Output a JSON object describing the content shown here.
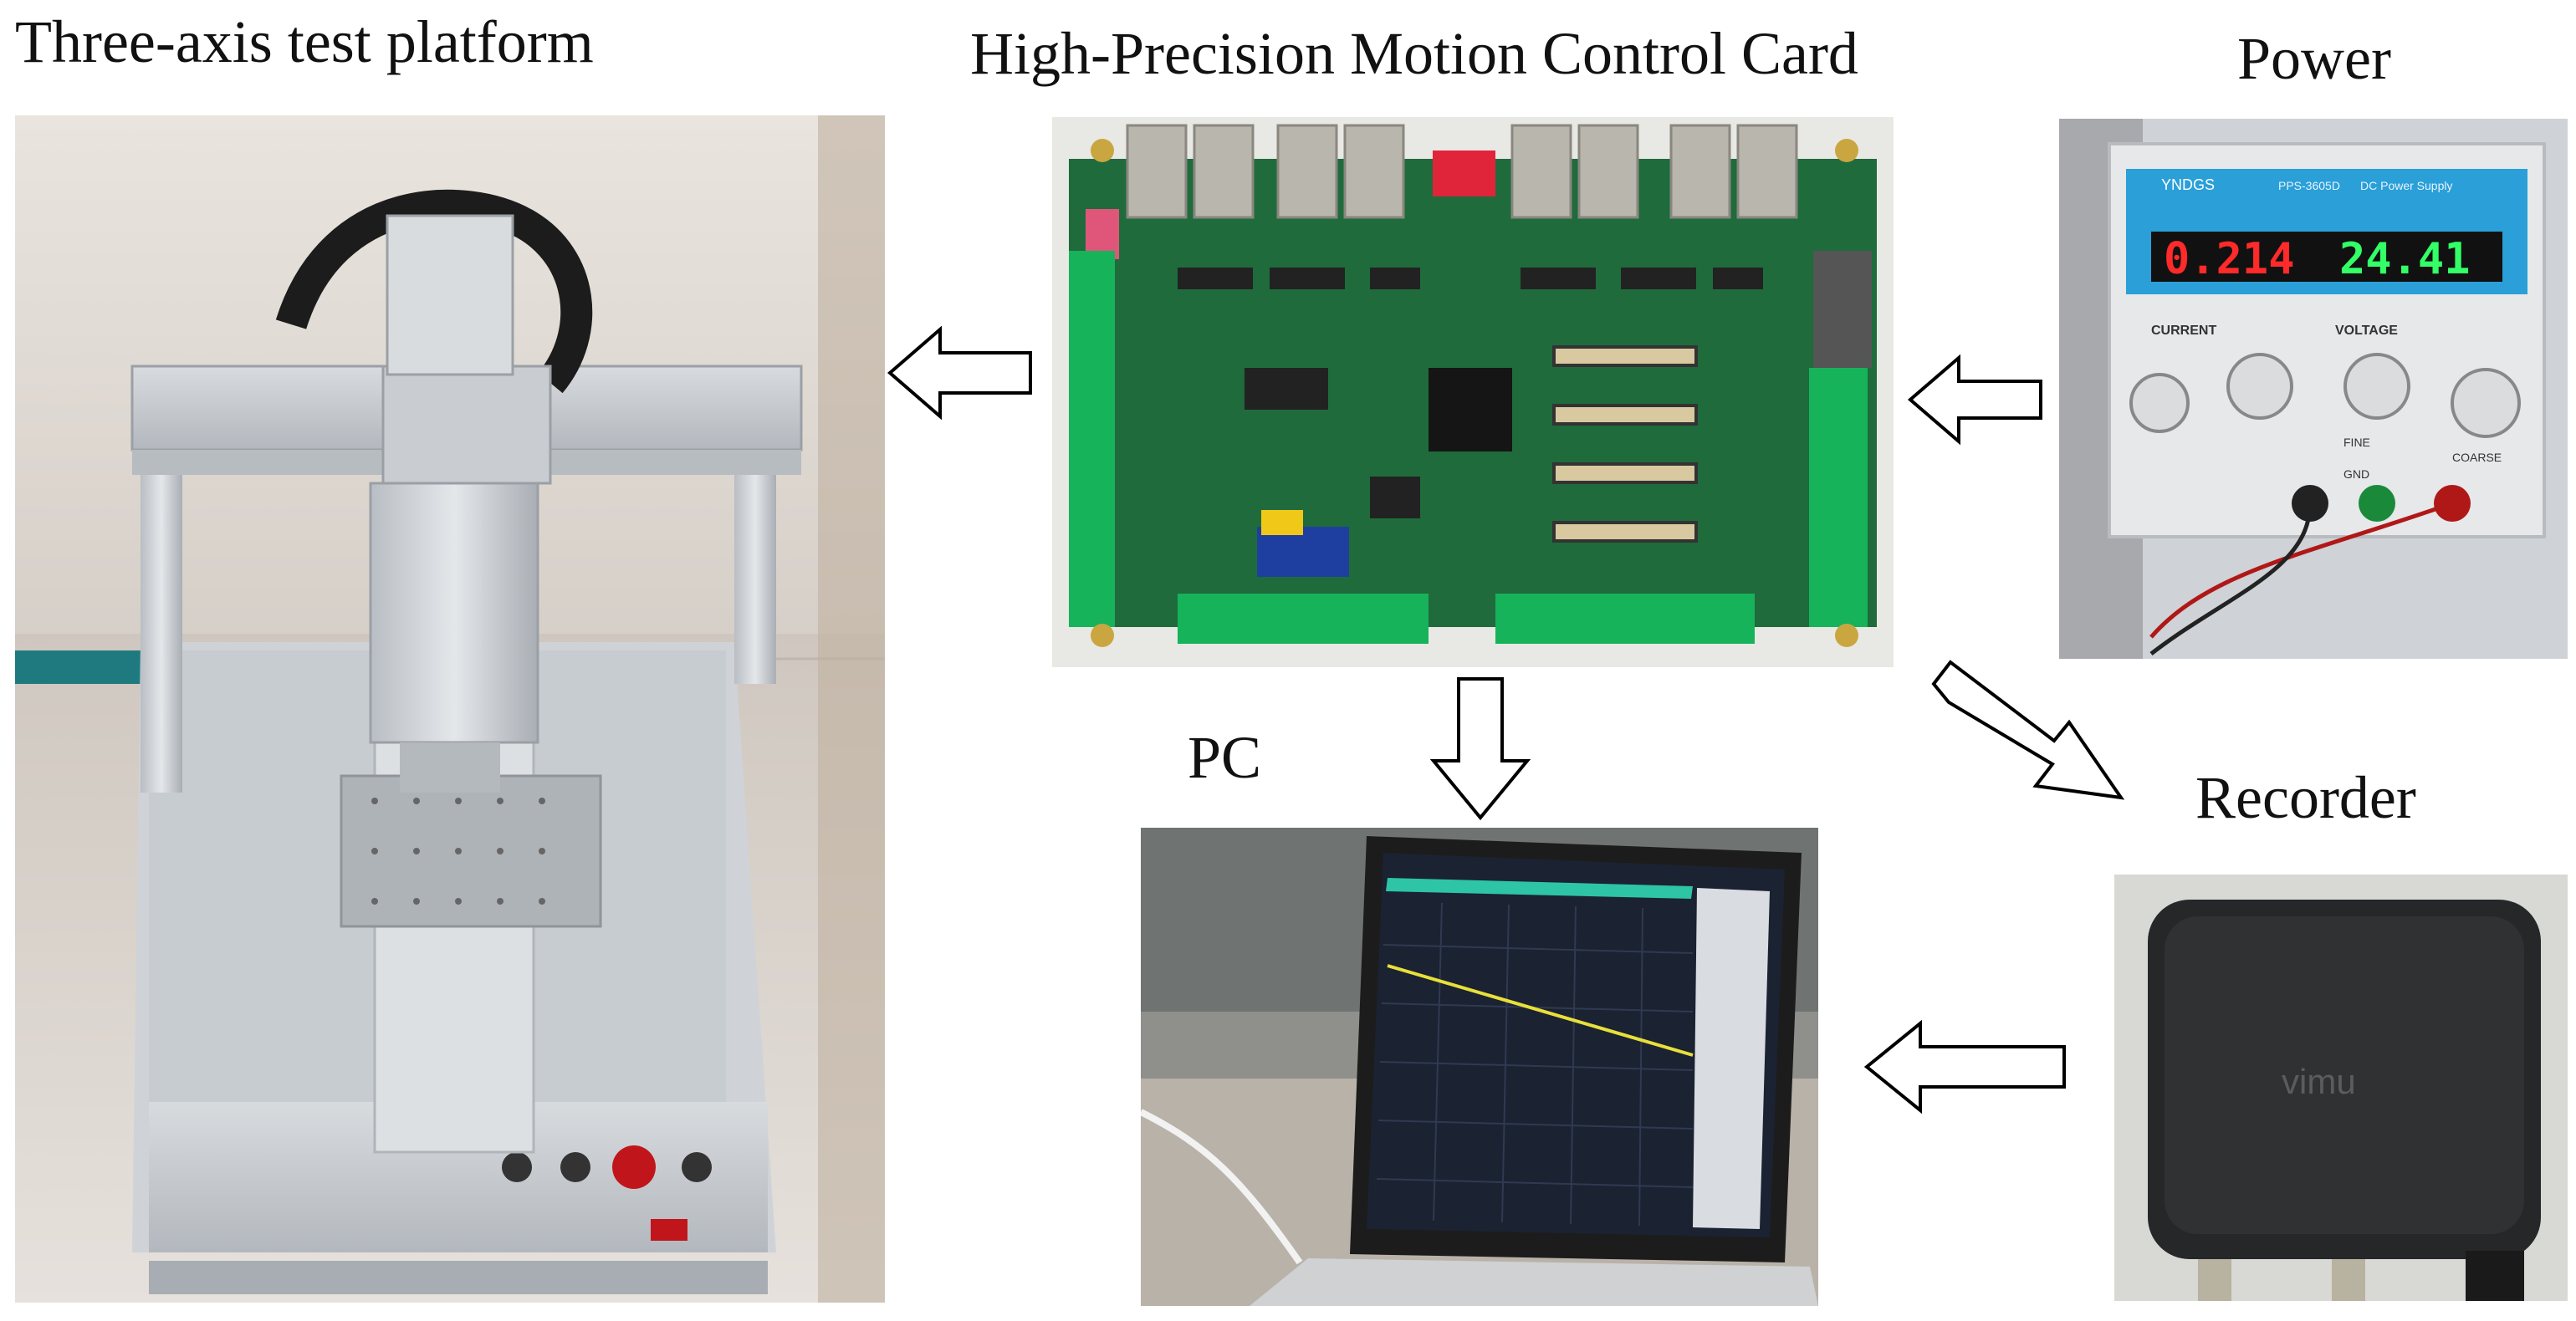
{
  "labels": {
    "platform": "Three-axis test platform",
    "card": "High-Precision Motion Control Card",
    "power": "Power",
    "pc": "PC",
    "recorder": "Recorder"
  },
  "power_supply": {
    "current_readout": "0.214",
    "voltage_readout": "24.41",
    "brand": "YNDGS",
    "model": "PPS-3605D",
    "title": "DC Power Supply",
    "current_label": "CURRENT",
    "voltage_label": "VOLTAGE",
    "fine_label": "FINE",
    "coarse_label": "COARSE",
    "gnd_label": "GND"
  },
  "recorder_device": {
    "brand": "vimu"
  },
  "colors": {
    "pcb_green": "#1f6b3c",
    "terminal_green": "#16b35a",
    "led_red": "#ff2a2a",
    "led_green": "#33ff66",
    "psu_blue": "#2a9fd8",
    "scope_teal": "#2ec4a6",
    "scope_trace": "#e8e03a"
  }
}
